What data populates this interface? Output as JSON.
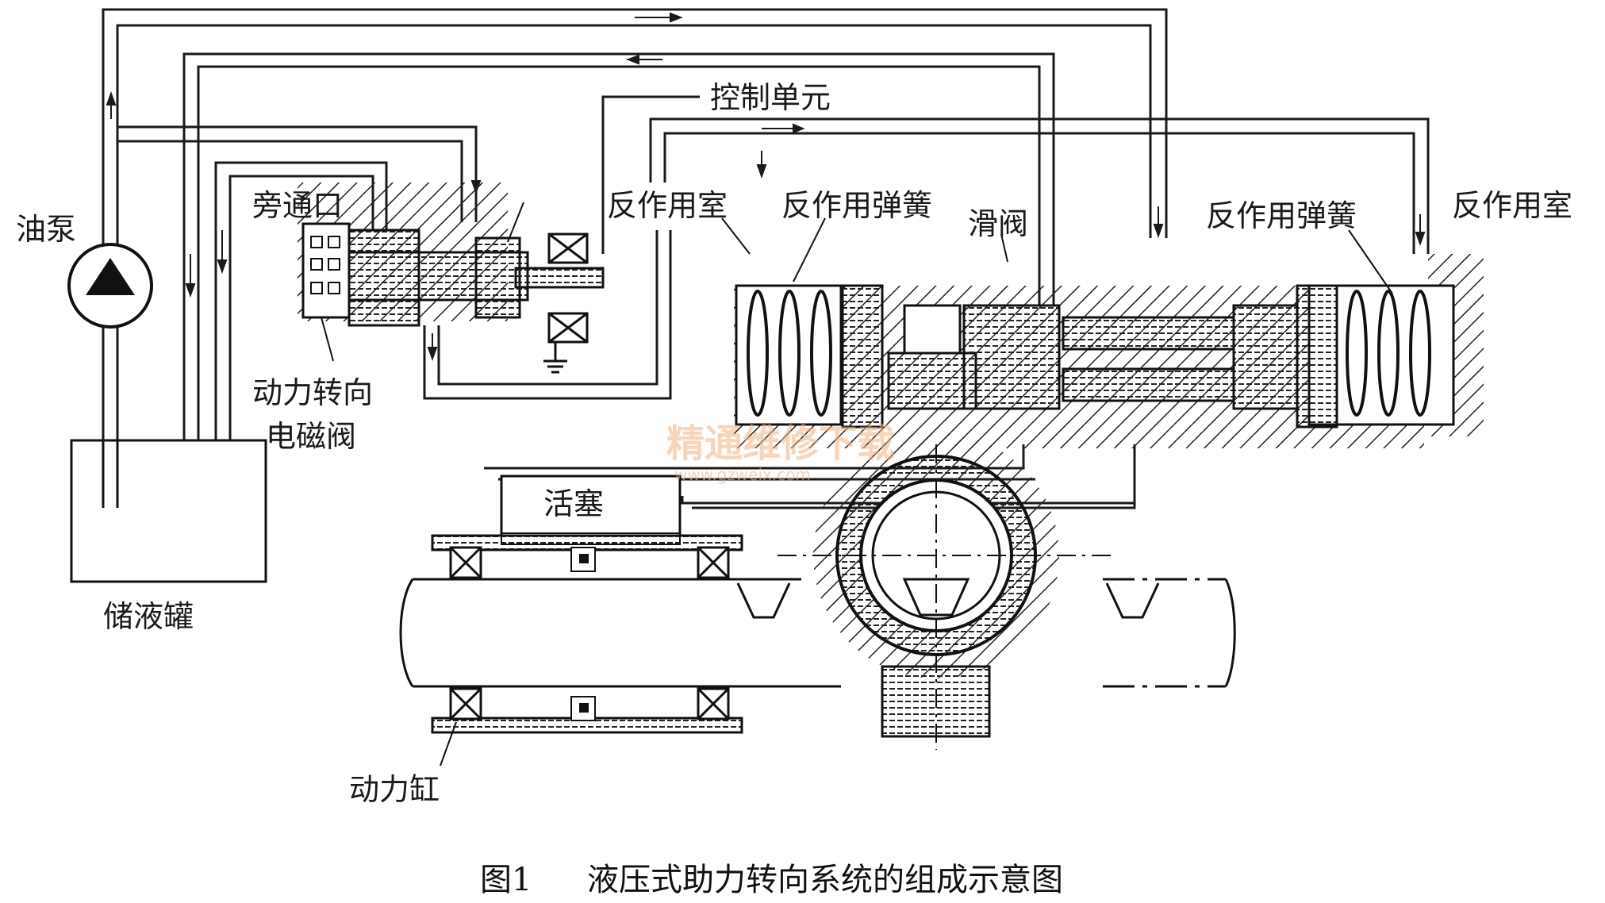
{
  "labels": {
    "pump": "油泵",
    "reservoir": "储液罐",
    "bypass_port": "旁通口",
    "solenoid_valve_line1": "动力转向",
    "solenoid_valve_line2": "电磁阀",
    "control_unit": "控制单元",
    "reaction_chamber_left": "反作用室",
    "reaction_spring_left": "反作用弹簧",
    "spool_valve": "滑阀",
    "reaction_spring_right": "反作用弹簧",
    "reaction_chamber_right": "反作用室",
    "piston": "活塞",
    "power_cylinder": "动力缸"
  },
  "caption": {
    "figure_number": "图1",
    "title": "液压式助力转向系统的组成示意图"
  },
  "watermark": {
    "title": "精通维修下载",
    "url": "www.gzweix.com"
  }
}
